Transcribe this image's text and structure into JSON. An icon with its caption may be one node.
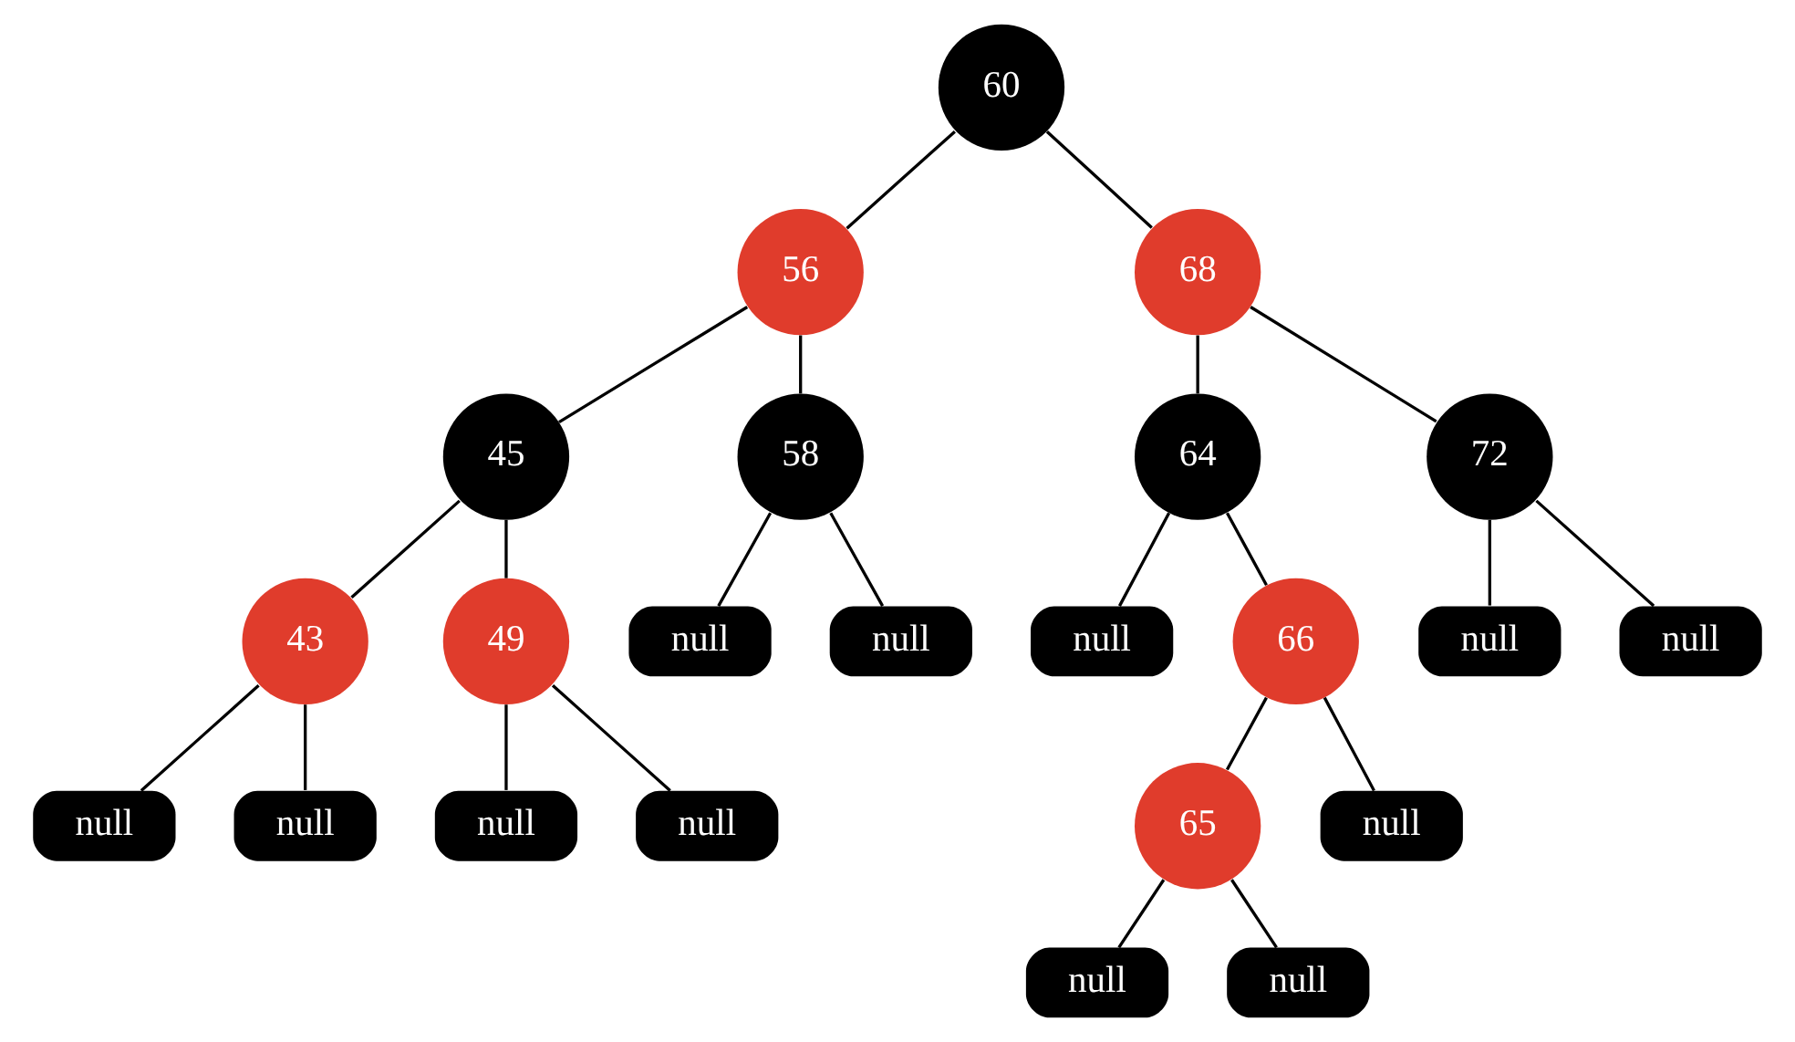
{
  "diagram": {
    "nodes": [
      {
        "text": [
          "60"
        ]
      },
      {
        "text": [
          "56"
        ]
      },
      {
        "text": [
          "68"
        ]
      },
      {
        "text": [
          "45"
        ]
      },
      {
        "text": [
          "58"
        ]
      },
      {
        "text": [
          "64"
        ]
      },
      {
        "text": [
          "72"
        ]
      },
      {
        "text": [
          "43"
        ]
      },
      {
        "text": [
          "49"
        ]
      },
      {
        "text": [
          "null"
        ]
      },
      {
        "text": [
          "null"
        ]
      },
      {
        "text": [
          "null"
        ]
      },
      {
        "text": [
          "66"
        ]
      },
      {
        "text": [
          "null"
        ]
      },
      {
        "text": [
          "null"
        ]
      },
      {
        "text": [
          "null"
        ]
      },
      {
        "text": [
          "null"
        ]
      },
      {
        "text": [
          "null"
        ]
      },
      {
        "text": [
          "null"
        ]
      },
      {
        "text": [
          "65"
        ]
      },
      {
        "text": [
          "null"
        ]
      },
      {
        "text": [
          "null"
        ]
      },
      {
        "text": [
          "null"
        ]
      }
    ],
    "edges": [
      {
        "from": 0,
        "to": 1,
        "arrow": "none"
      },
      {
        "from": 0,
        "to": 2,
        "arrow": "none"
      },
      {
        "from": 1,
        "to": 3,
        "arrow": "none"
      },
      {
        "from": 1,
        "to": 4,
        "arrow": "none"
      },
      {
        "from": 2,
        "to": 5,
        "arrow": "none"
      },
      {
        "from": 2,
        "to": 6,
        "arrow": "none"
      },
      {
        "from": 3,
        "to": 7,
        "arrow": "none"
      },
      {
        "from": 3,
        "to": 8,
        "arrow": "none"
      },
      {
        "from": 4,
        "to": 9,
        "arrow": "none"
      },
      {
        "from": 4,
        "to": 10,
        "arrow": "none"
      },
      {
        "from": 5,
        "to": 11,
        "arrow": "none"
      },
      {
        "from": 5,
        "to": 12,
        "arrow": "none"
      },
      {
        "from": 6,
        "to": 13,
        "arrow": "none"
      },
      {
        "from": 6,
        "to": 14,
        "arrow": "none"
      },
      {
        "from": 7,
        "to": 15,
        "arrow": "none"
      },
      {
        "from": 7,
        "to": 16,
        "arrow": "none"
      },
      {
        "from": 8,
        "to": 17,
        "arrow": "none"
      },
      {
        "from": 8,
        "to": 18,
        "arrow": "none"
      },
      {
        "from": 12,
        "to": 19,
        "arrow": "none"
      },
      {
        "from": 12,
        "to": 20,
        "arrow": "none"
      },
      {
        "from": 19,
        "to": 21,
        "arrow": "none"
      },
      {
        "from": 19,
        "to": 22,
        "arrow": "none"
      }
    ]
  }
}
